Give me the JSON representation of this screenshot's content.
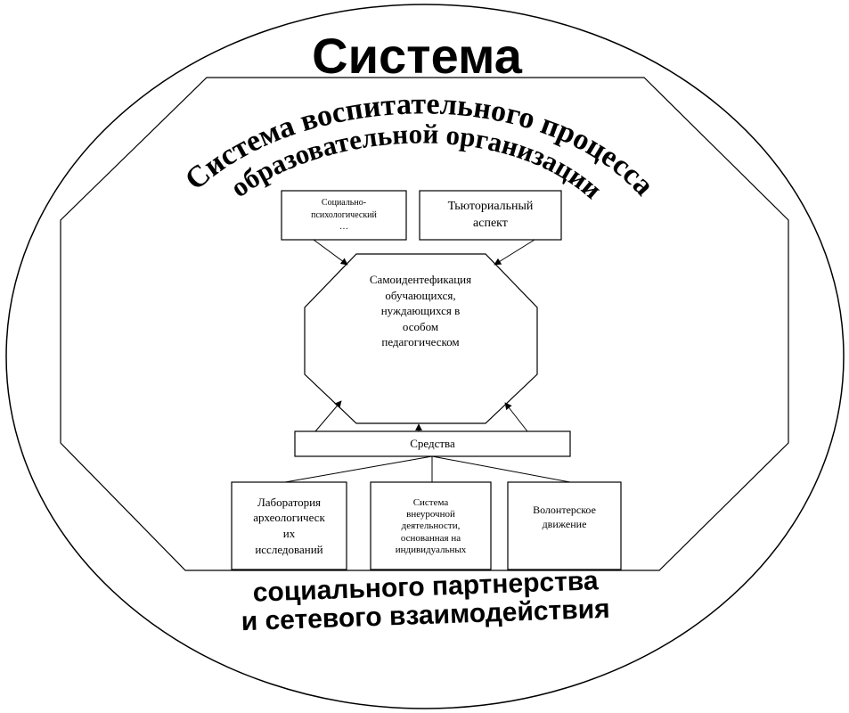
{
  "title": "Система",
  "arc_outer": "Система воспитательного процесса",
  "arc_inner": "образовательной организации",
  "bottom_line1": "социального партнерства",
  "bottom_line2": "и сетевого взаимодействия",
  "top_box_left": "Социально-\nпсихологический\n…",
  "top_box_right": "Тьюториальный\nаспект",
  "center": "Самоидентефикация\nобучающихся,\nнуждающихся в\nособом\nпедагогическом",
  "means": "Средства",
  "lab": "Лаборатория\nархеологическ\nих\nисследований",
  "extracurricular": "Система\nвнеурочной\nдеятельности,\nоснованная на\nиндивидуальных",
  "volunteer": "Волонтерское\nдвижение"
}
